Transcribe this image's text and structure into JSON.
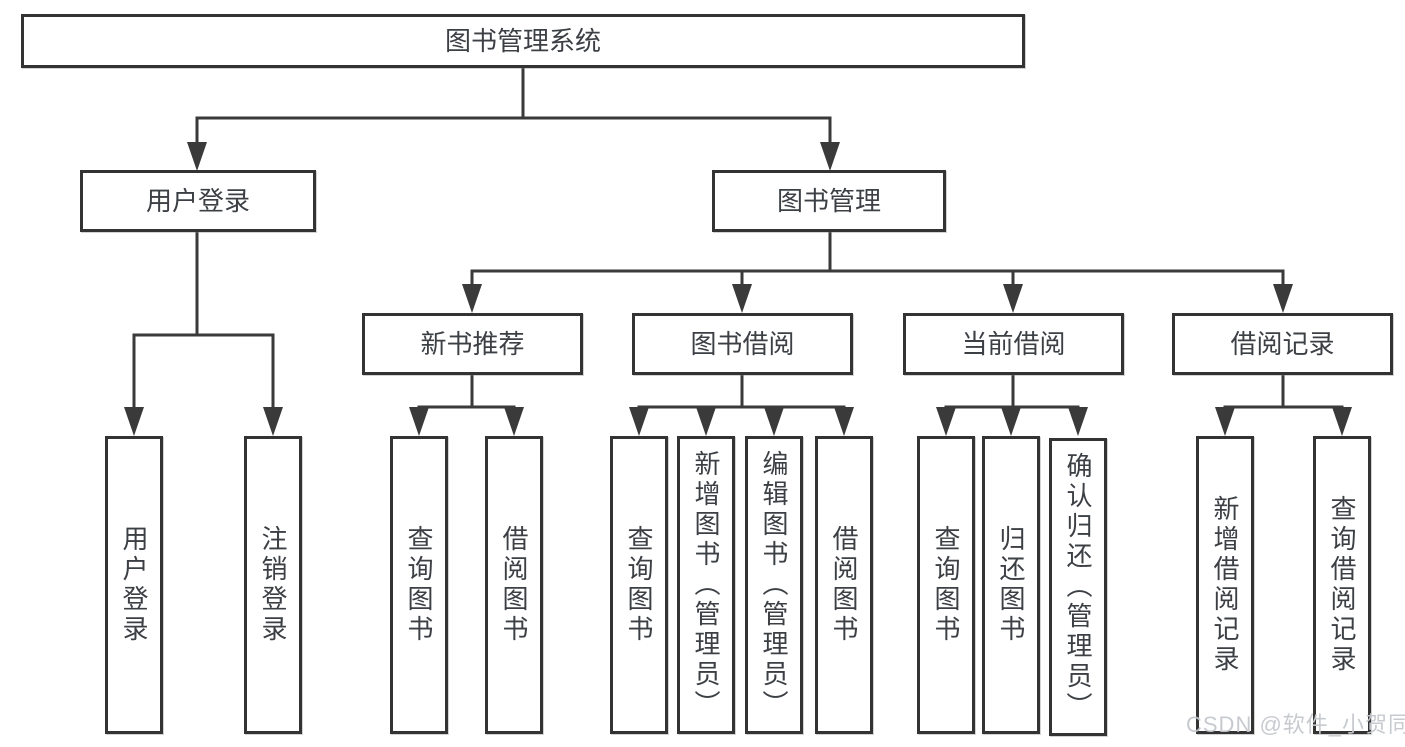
{
  "root": "图书管理系统",
  "level2": {
    "user_login": "用户登录",
    "book_management": "图书管理"
  },
  "level3": {
    "new_book_recommendation": "新书推荐",
    "book_borrowing": "图书借阅",
    "current_borrowing": "当前借阅",
    "borrowing_records": "借阅记录"
  },
  "leaves": {
    "user_login": [
      "用户登录",
      "注销登录"
    ],
    "new_book_recommendation": [
      "查询图书",
      "借阅图书"
    ],
    "book_borrowing": [
      "查询图书",
      "新增图书（管理员）",
      "编辑图书（管理员）",
      "借阅图书"
    ],
    "current_borrowing": [
      "查询图书",
      "归还图书",
      "确认归还（管理员）"
    ],
    "borrowing_records": [
      "新增借阅记录",
      "查询借阅记录"
    ]
  },
  "watermark": "CSDN @软件_小贺同学",
  "colors": {
    "line": "#3a3a3a",
    "box_border": "#333333",
    "text": "#3c4045",
    "background": "#ffffff",
    "watermark": "#c5c8cd"
  }
}
